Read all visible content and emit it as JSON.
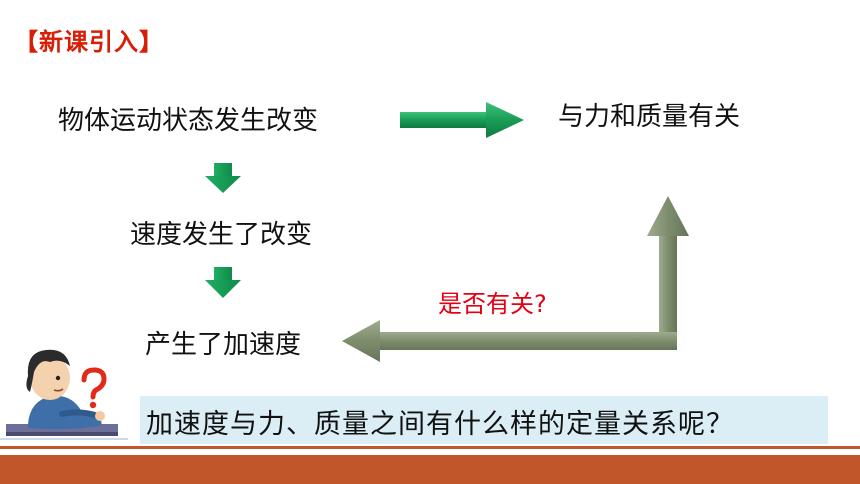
{
  "header": {
    "section_tag": "【新课引入】"
  },
  "nodes": {
    "motion_change": "物体运动状态发生改变",
    "force_mass": "与力和质量有关",
    "velocity_change": "速度发生了改变",
    "acceleration": "产生了加速度"
  },
  "question_label": "是否有关?",
  "caption": "加速度与力、质量之间有什么样的定量关系呢？",
  "colors": {
    "accent_red": "#d81e06",
    "green_arrow": "#17a05d",
    "gray_arrow": "#7f8f6f",
    "caption_bg": "#dbeef6",
    "footer": "#c0562a"
  },
  "icons": {
    "thinking_person": "thinking-person-icon",
    "question_mark": "question-mark-icon"
  }
}
